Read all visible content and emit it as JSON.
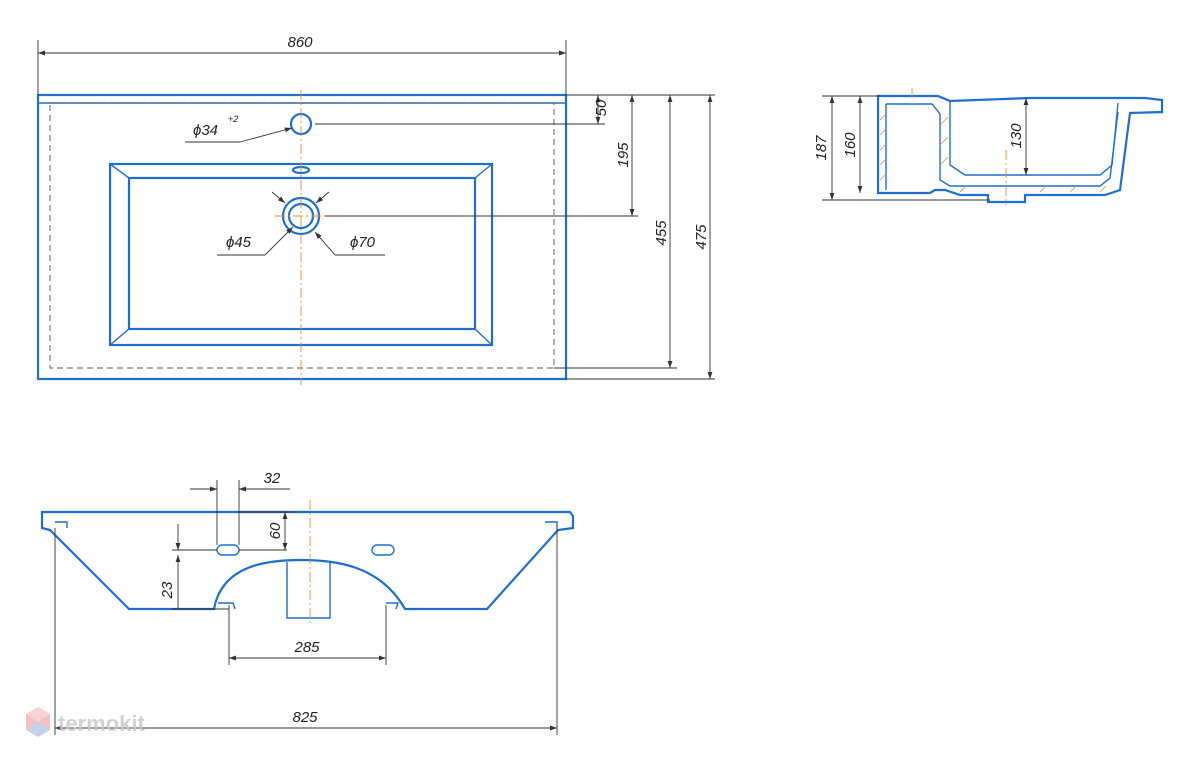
{
  "colors": {
    "outline": "#1f6fd0",
    "centerline": "#e8892a",
    "dimension": "#333333"
  },
  "top_view": {
    "dim_width": "860",
    "dim_tap_offset": "50",
    "dim_drain_offset": "195",
    "dim_depth_inner": "455",
    "dim_depth_total": "475",
    "tap_hole_dia": "ϕ34",
    "tap_hole_tol": "+2",
    "drain_dia_inner": "ϕ45",
    "drain_dia_outer": "ϕ70"
  },
  "side_view": {
    "dim_height_total": "187",
    "dim_height_body": "160",
    "dim_bowl_depth": "130"
  },
  "front_view": {
    "dim_slot_width": "32",
    "dim_slot_height": "60",
    "dim_slot_offset": "23",
    "dim_slot_spacing": "285",
    "dim_bottom_width": "825"
  },
  "watermark": {
    "text": "termokit",
    "icon": "hexagon-logo-icon"
  }
}
